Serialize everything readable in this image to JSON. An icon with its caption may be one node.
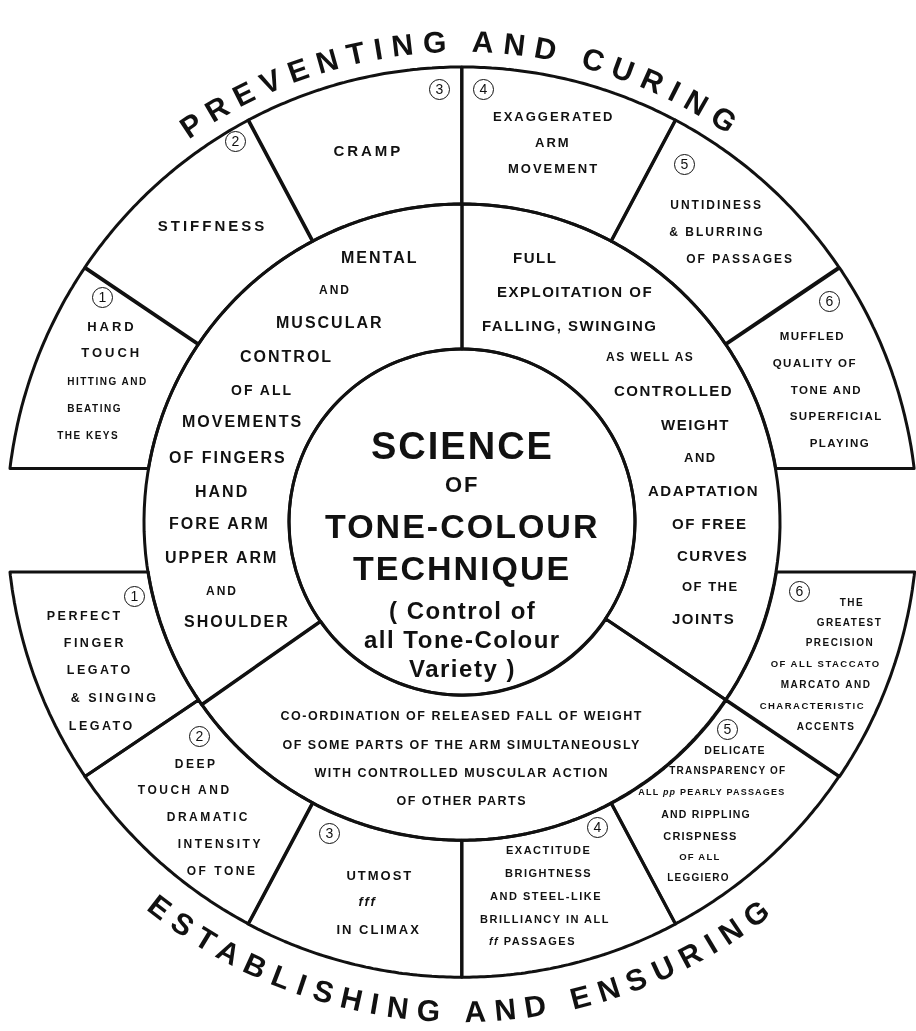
{
  "diagram": {
    "nodes": [
      {
        "text": [
          "SCIENCE OF TONE-COLOUR TECHNIQUE",
          "( Control of all Tone-Colour Variety )"
        ]
      },
      {
        "text": [
          "MENTAL AND MUSCULAR CONTROL OF ALL MOVEMENTS OF FINGERS HAND FORE ARM UPPER ARM AND SHOULDER"
        ]
      },
      {
        "text": [
          "FULL EXPLOITATION OF FALLING, SWINGING AS WELL AS CONTROLLED WEIGHT AND ADAPTATION OF FREE CURVES OF THE JOINTS"
        ]
      },
      {
        "text": [
          "CO-ORDINATION OF RELEASED FALL OF WEIGHT OF SOME PARTS OF THE ARM SIMULTANEOUSLY WITH CONTROLLED MUSCULAR ACTION OF OTHER PARTS"
        ]
      },
      {
        "text": [
          "1",
          "HARD TOUCH",
          "HITTING AND BEATING THE KEYS"
        ]
      },
      {
        "text": [
          "2",
          "STIFFNESS"
        ]
      },
      {
        "text": [
          "3",
          "CRAMP"
        ]
      },
      {
        "text": [
          "4",
          "EXAGGERATED ARM MOVEMENT"
        ]
      },
      {
        "text": [
          "5",
          "UNTIDINESS & BLURRING OF PASSAGES"
        ]
      },
      {
        "text": [
          "6",
          "MUFFLED QUALITY OF TONE AND SUPERFICIAL PLAYING"
        ]
      },
      {
        "text": [
          "1",
          "PERFECT FINGER LEGATO & SINGING LEGATO"
        ]
      },
      {
        "text": [
          "2",
          "DEEP TOUCH AND DRAMATIC INTENSITY OF TONE"
        ]
      },
      {
        "text": [
          "3",
          "UTMOST *fff* IN CLIMAX"
        ]
      },
      {
        "text": [
          "4",
          "EXACTITUDE BRIGHTNESS AND STEEL-LIKE BRILLIANCY IN ALL *ff* PASSAGES"
        ]
      },
      {
        "text": [
          "5",
          "DELICATE TRANSPARENCY OF ALL *pp* PEARLY PASSAGES AND RIPPLING CRISPNESS OF ALL LEGGIERO"
        ]
      },
      {
        "text": [
          "6",
          "THE GREATEST PRECISION OF ALL STACCATO MARCATO AND CHARACTERISTIC ACCENTS"
        ]
      }
    ],
    "labels": [
      "PREVENTING AND CURING",
      "ESTABLISHING AND ENSURING"
    ]
  }
}
